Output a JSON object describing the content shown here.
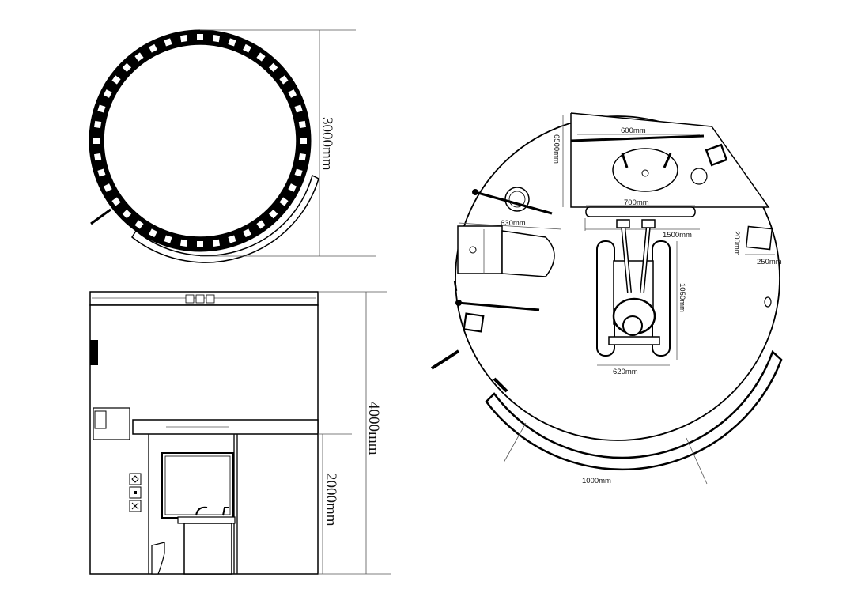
{
  "top_view": {
    "dimension_label": "3000mm"
  },
  "elevation_view": {
    "height_label": "4000mm",
    "lower_height_label": "2000mm"
  },
  "floor_plan": {
    "sink_width_label": "600mm",
    "counter_depth_label": "6500mm",
    "toilet_depth_label": "630mm",
    "basin_width_label": "700mm",
    "clear_width_label": "1500mm",
    "small_item_height_label": "200mm",
    "small_item_width_label": "250mm",
    "wheelchair_length_label": "1050mm",
    "wheelchair_width_label": "620mm",
    "door_width_label": "1000mm"
  }
}
